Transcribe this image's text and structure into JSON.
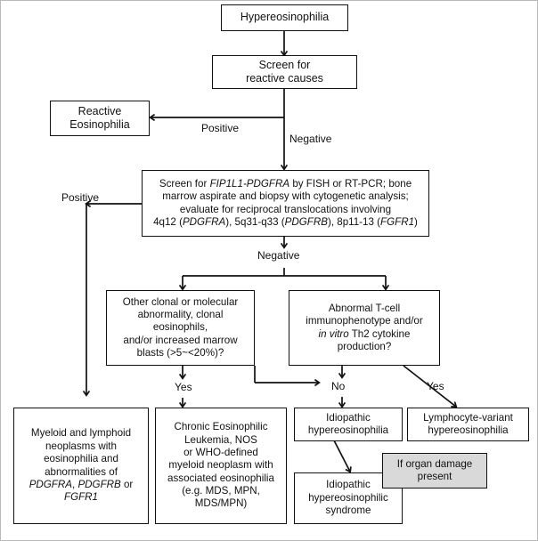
{
  "diagram": {
    "title": "Hypereosinophilia diagnostic algorithm",
    "colors": {
      "line": "#111111",
      "box_fill": "#ffffff",
      "shaded_fill": "#d9d9d9",
      "text": "#111111"
    }
  },
  "nodes": {
    "hypereosinophilia": "Hypereosinophilia",
    "screen_reactive_line1": "Screen for",
    "screen_reactive_line2": "reactive causes",
    "reactive_eosinophilia_line1": "Reactive",
    "reactive_eosinophilia_line2": "Eosinophilia",
    "screen_fip1l1_line1_a": "Screen for ",
    "screen_fip1l1_line1_i": "FIP1L1-PDGFRA",
    "screen_fip1l1_line1_b": " by FISH or RT-PCR; bone",
    "screen_fip1l1_line2": "marrow aspirate and biopsy with cytogenetic analysis;",
    "screen_fip1l1_line3": "evaluate for reciprocal translocations involving",
    "screen_fip1l1_line4_a": "4q12 (",
    "screen_fip1l1_line4_i1": "PDGFRA",
    "screen_fip1l1_line4_b": "), 5q31-q33 (",
    "screen_fip1l1_line4_i2": "PDGFRB",
    "screen_fip1l1_line4_c": "), 8p11-13 (",
    "screen_fip1l1_line4_i3": "FGFR1",
    "screen_fip1l1_line4_d": ")",
    "other_clonal_line1": "Other clonal or molecular",
    "other_clonal_line2": "abnormality, clonal eosinophils,",
    "other_clonal_line3": "and/or increased marrow",
    "other_clonal_line4": "blasts (>5~<20%)?",
    "abnormal_tcell_line1": "Abnormal T-cell",
    "abnormal_tcell_line2": "immunophenotype and/or",
    "abnormal_tcell_line3_i": "in vitro",
    "abnormal_tcell_line3_b": " Th2 cytokine",
    "abnormal_tcell_line4": "production?",
    "myeloid_line1": "Myeloid and lymphoid",
    "myeloid_line2": "neoplasms with",
    "myeloid_line3": "eosinophilia and",
    "myeloid_line4": "abnormalities of",
    "myeloid_line5_i1": "PDGFRA",
    "myeloid_line5_sep": ", ",
    "myeloid_line5_i2": "PDGFRB",
    "myeloid_line5_b": " or",
    "myeloid_line6_i": "FGFR1",
    "cel_line1": "Chronic Eosinophilic",
    "cel_line2": "Leukemia, NOS",
    "cel_line3": "or WHO-defined",
    "cel_line4": "myeloid neoplasm with",
    "cel_line5": "associated eosinophilia",
    "cel_line6": "(e.g. MDS, MPN,",
    "cel_line7": "MDS/MPN)",
    "idiopathic_he_line1": "Idiopathic",
    "idiopathic_he_line2": "hypereosinophilia",
    "lymphocyte_variant_line1": "Lymphocyte-variant",
    "lymphocyte_variant_line2": "hypereosinophilia",
    "ihes_line1": "Idiopathic",
    "ihes_line2": "hypereosinophilic",
    "ihes_line3": "syndrome",
    "organ_damage_line1": "If organ damage",
    "organ_damage_line2": "present"
  },
  "edge_labels": {
    "positive_reactive": "Positive",
    "negative_reactive": "Negative",
    "positive_fip1l1": "Positive",
    "negative_fip1l1": "Negative",
    "yes_clonal": "Yes",
    "no_tcell": "No",
    "yes_tcell": "Yes"
  }
}
